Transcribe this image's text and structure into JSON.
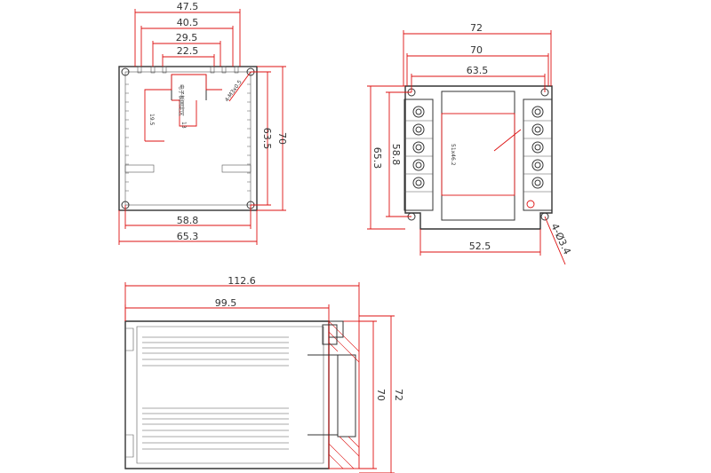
{
  "top_view": {
    "dims": {
      "w1": "47.5",
      "w2": "40.5",
      "w3": "29.5",
      "w4": "22.5",
      "inner_w": "58.8",
      "outer_w": "65.3",
      "h_inner": "63.5",
      "h_outer": "70",
      "small_19": "19.5",
      "small_13": "13"
    },
    "callout_text": "4-M3x0.5",
    "chinese_label": "电子板固定区"
  },
  "front_view": {
    "dims": {
      "w_outer": "72",
      "w_mid": "70",
      "w_inner": "63.5",
      "h_outer": "65.3",
      "h_inner": "58.8",
      "bottom": "52.5",
      "hole": "4-Ø3.4"
    },
    "center_label": "51x46.2"
  },
  "side_view": {
    "dims": {
      "length_total": "112.6",
      "length_body": "99.5",
      "h_inner": "70",
      "h_outer": "72"
    }
  }
}
